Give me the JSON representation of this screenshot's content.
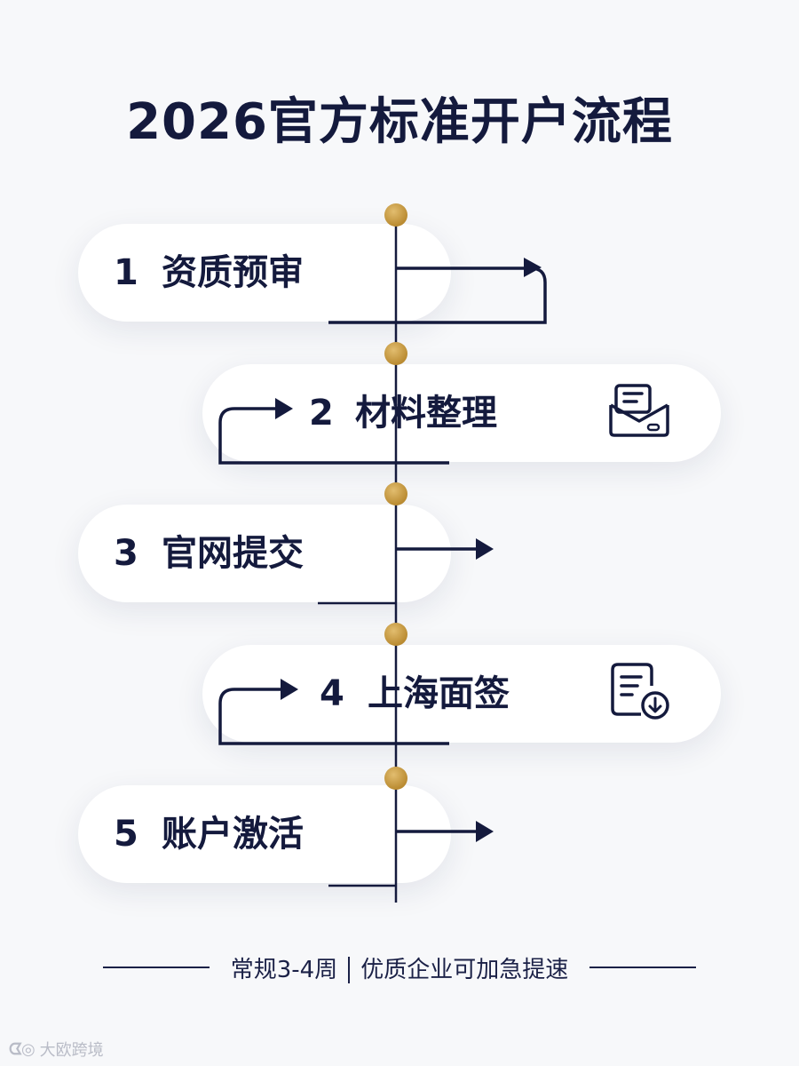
{
  "title": "2026官方标准开户流程",
  "steps": [
    {
      "num": "1",
      "label": "资质预审",
      "icon": null
    },
    {
      "num": "2",
      "label": "材料整理",
      "icon": "envelope-document-icon"
    },
    {
      "num": "3",
      "label": "官网提交",
      "icon": null
    },
    {
      "num": "4",
      "label": "上海面签",
      "icon": "document-download-icon"
    },
    {
      "num": "5",
      "label": "账户激活",
      "icon": null
    }
  ],
  "footer": {
    "duration": "常规3-4周",
    "note": "优质企业可加急提速"
  },
  "watermark": "大欧跨境",
  "colors": {
    "navy": "#141a3d",
    "gold": "#c89b4a",
    "card": "#ffffff",
    "background": "#f7f8fa"
  }
}
